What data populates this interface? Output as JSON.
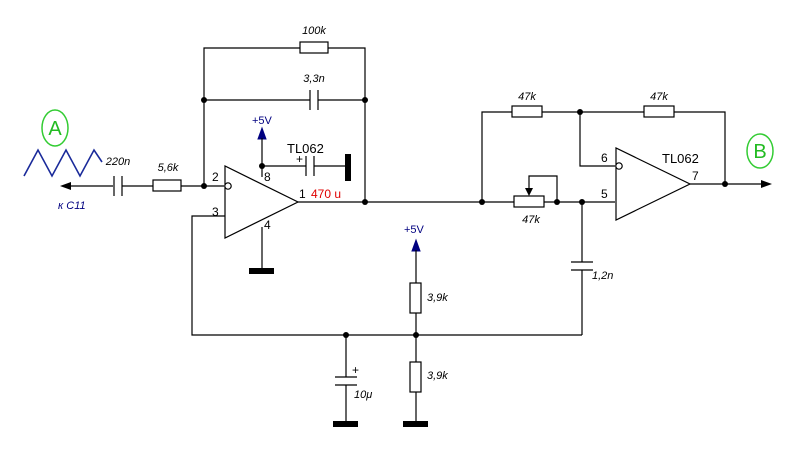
{
  "test_points": {
    "a": "A",
    "b": "B"
  },
  "input_note": "к C11",
  "ic": {
    "u1_label": "TL062",
    "u2_label": "TL062",
    "u1_note": "470 u"
  },
  "rails": {
    "vcc_u1": "+5V",
    "vcc_bias": "+5V"
  },
  "components": {
    "c_in": "220n",
    "r_in": "5,6k",
    "r_fb": "100k",
    "c_fb": "3,3n",
    "r_top_left": "47k",
    "r_top_right": "47k",
    "pot": "47k",
    "c_filter": "1,2n",
    "r_bias_top": "3,9k",
    "r_bias_bottom": "3,9k",
    "c_bias": "10μ",
    "c_bias_polarity": "+",
    "c_decouple_polarity": "+"
  },
  "pins": {
    "u1_inv": "2",
    "u1_noninv": "3",
    "u1_out": "1",
    "u1_vcc": "8",
    "u1_gnd": "4",
    "u2_inv": "6",
    "u2_noninv": "5",
    "u2_out": "7"
  }
}
